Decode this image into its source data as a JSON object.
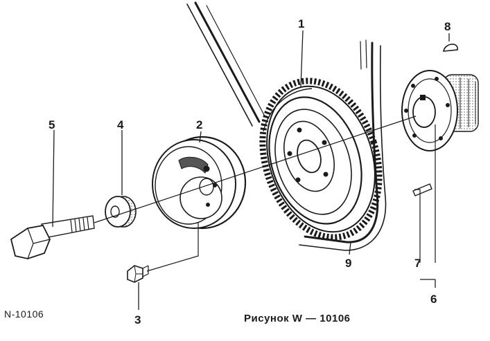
{
  "diagram": {
    "reference_code": "N-10106",
    "caption": "Рисунок W — 10106",
    "callouts": [
      {
        "id": "1",
        "label": "1"
      },
      {
        "id": "2",
        "label": "2"
      },
      {
        "id": "3",
        "label": "3"
      },
      {
        "id": "4",
        "label": "4"
      },
      {
        "id": "5",
        "label": "5"
      },
      {
        "id": "6",
        "label": "6"
      },
      {
        "id": "7",
        "label": "7"
      },
      {
        "id": "8",
        "label": "8"
      },
      {
        "id": "9",
        "label": "9"
      }
    ]
  },
  "colors": {
    "ink": "#1a1a1a",
    "paper": "#ffffff",
    "shade": "#bdbdbd"
  }
}
